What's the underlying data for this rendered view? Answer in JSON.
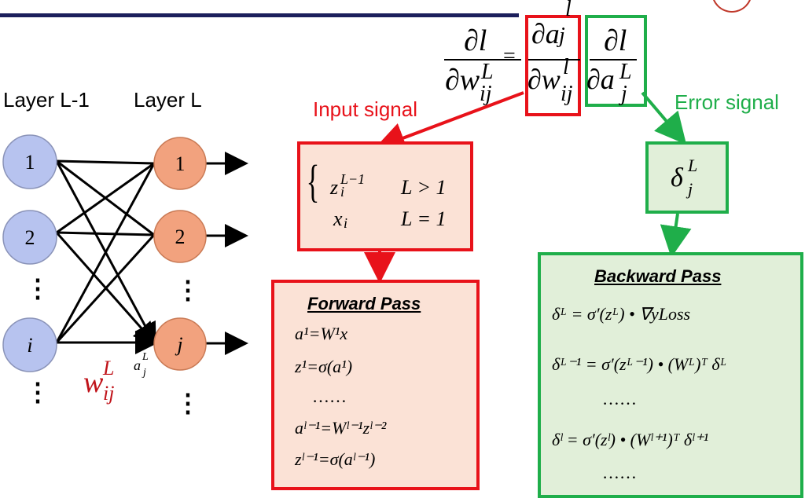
{
  "layers": {
    "prev_label": "Layer L-1",
    "curr_label": "Layer L"
  },
  "network": {
    "prev_nodes": [
      "1",
      "2",
      "i"
    ],
    "curr_nodes": [
      "1",
      "2",
      "j"
    ],
    "ellipsis": "⋮",
    "weight_label": "w",
    "weight_sup": "L",
    "weight_sub": "ij",
    "activation_label": "a",
    "activation_sup": "L",
    "activation_sub": "j",
    "colors": {
      "prev_fill": "#b7c3ef",
      "curr_fill": "#f2a27e"
    }
  },
  "formula": {
    "lhs_num": "∂l",
    "lhs_den": "∂w",
    "lhs_den_sup": "L",
    "lhs_den_sub": "ij",
    "equals": "=",
    "mid_num": "∂a",
    "mid_num_sup": "l",
    "mid_num_sub": "j",
    "mid_den": "∂w",
    "mid_den_sup": "l",
    "mid_den_sub": "ij",
    "rhs_num": "∂l",
    "rhs_den": "∂a",
    "rhs_den_sup": "L",
    "rhs_den_sub": "j"
  },
  "signals": {
    "input": "Input signal",
    "error": "Error signal",
    "colors": {
      "input": "#e8121a",
      "error": "#1fae4a"
    }
  },
  "input_box": {
    "row1_var": "z",
    "row1_sub": "i",
    "row1_sup": "L−1",
    "row1_cond": "L > 1",
    "row2_var": "x",
    "row2_sub": "i",
    "row2_cond": "L = 1"
  },
  "delta_box": {
    "symbol": "δ",
    "sup": "L",
    "sub": "j"
  },
  "forward_pass": {
    "title": "Forward Pass",
    "lines": [
      "a¹=W¹x",
      "z¹=σ(a¹)",
      "……",
      "aˡ⁻¹=Wˡ⁻¹zˡ⁻²",
      "zˡ⁻¹=σ(aˡ⁻¹)"
    ]
  },
  "backward_pass": {
    "title": "Backward Pass",
    "lines": [
      "δᴸ = σ′(zᴸ) • ∇yLoss",
      "δᴸ⁻¹ = σ′(zᴸ⁻¹) • (Wᴸ)ᵀ δᴸ",
      "……",
      "δˡ = σ′(zˡ) • (Wˡ⁺¹)ᵀ δˡ⁺¹",
      "……"
    ]
  }
}
